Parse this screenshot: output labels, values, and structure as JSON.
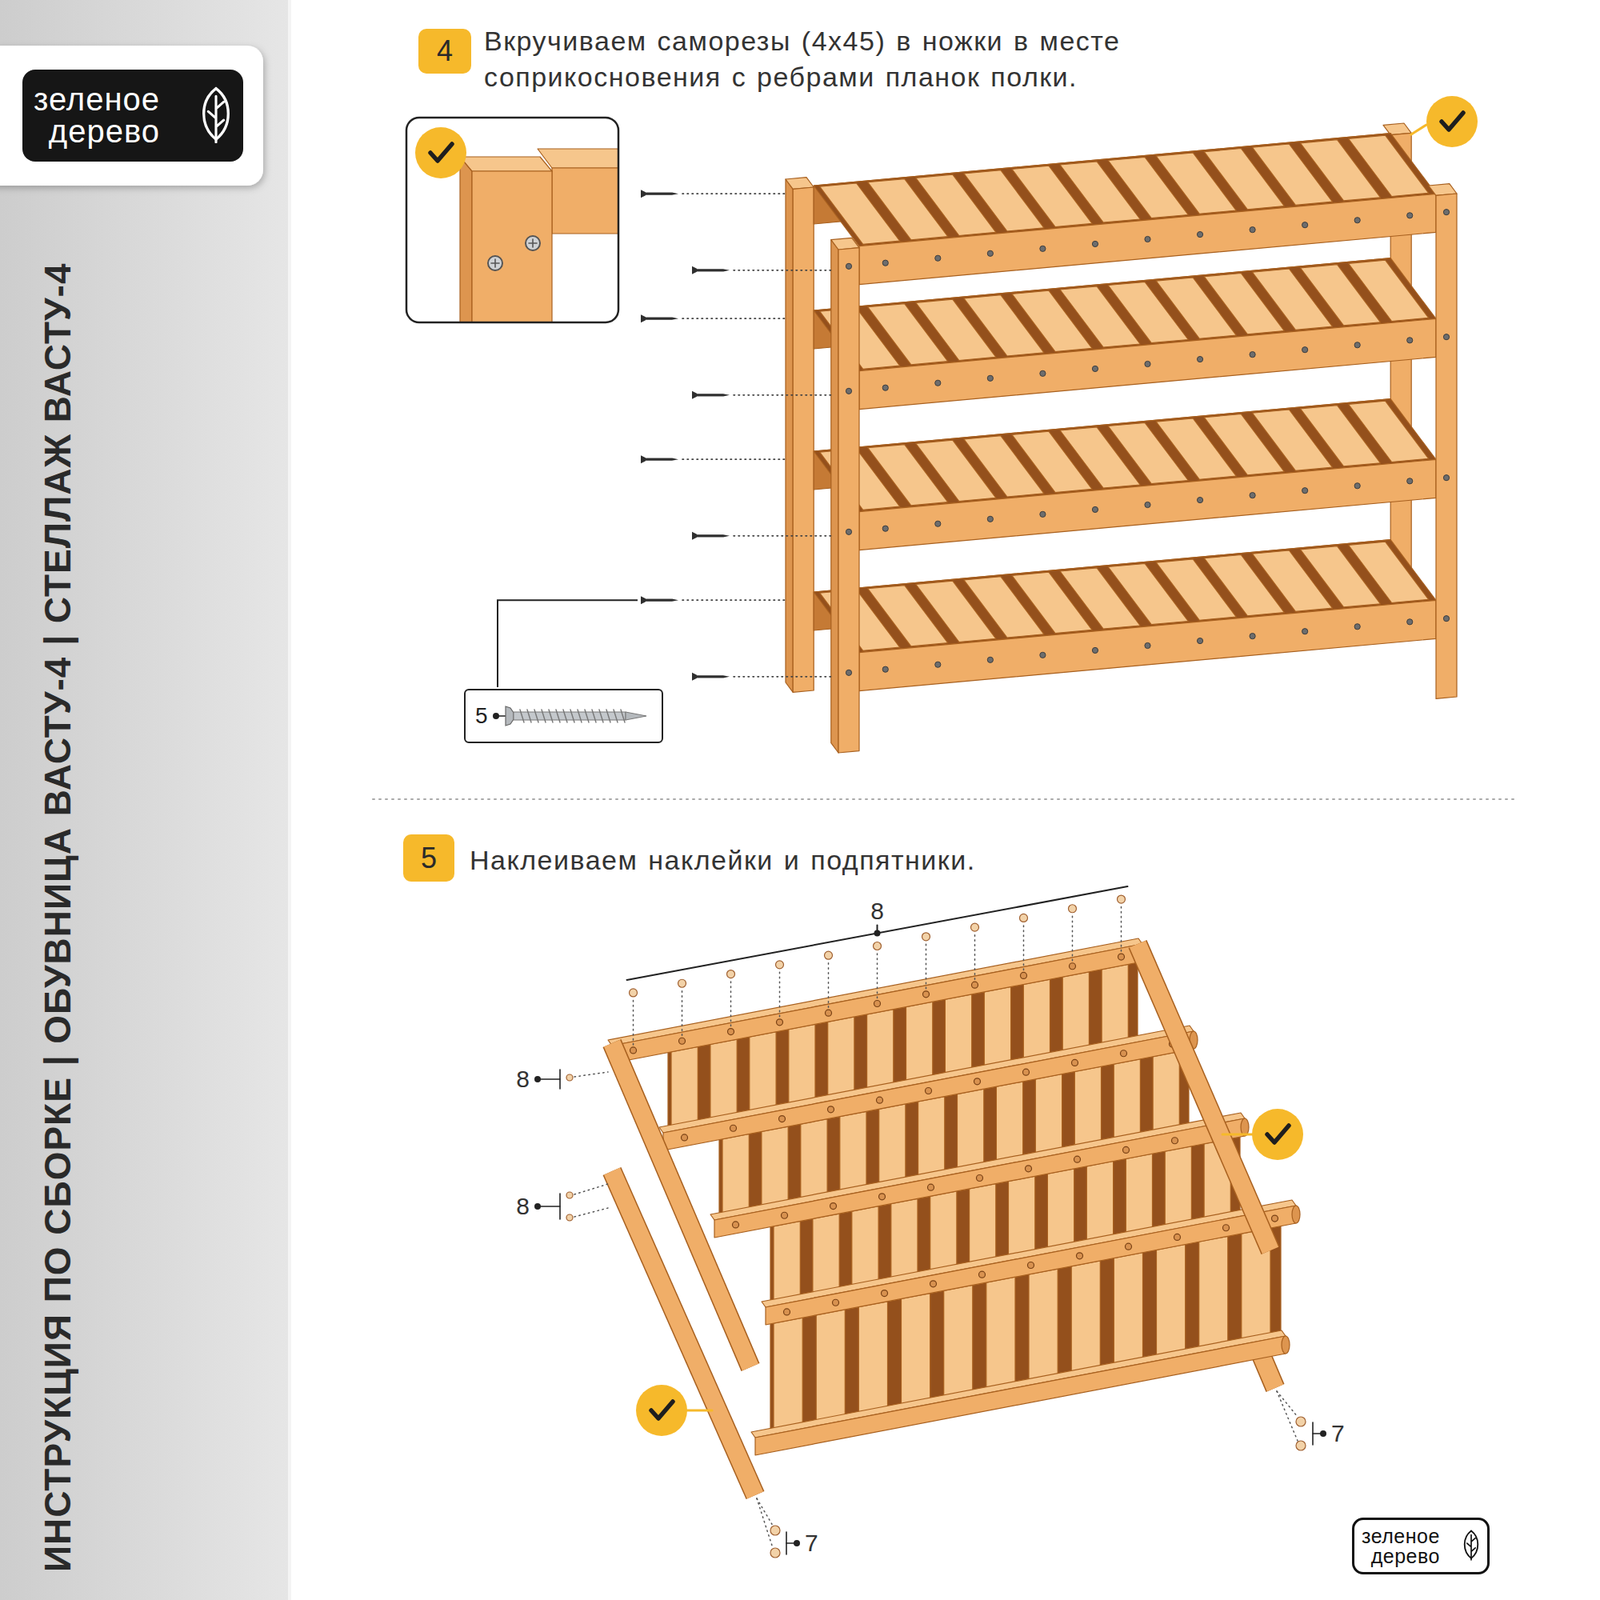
{
  "diagram": {
    "title": "ИНСТРУКЦИЯ ПО СБОРКЕ | ОБУВНИЦА ВАСТУ-4 | СТЕЛЛАЖ ВАСТУ-4",
    "nodes": [
      {
        "text": [
          "зеленое дерево"
        ]
      },
      {
        "text": [
          "4"
        ]
      },
      {
        "text": [
          "5"
        ]
      },
      {
        "text": [
          "5"
        ]
      },
      {
        "text": [
          "зеленое дерево"
        ]
      }
    ],
    "labels": [
      "Вкручиваем саморезы (4х45) в ножки в месте соприкосновения с ребрами планок полки.",
      "Наклеиваем наклейки и подпятники.",
      "8",
      "8",
      "8",
      "7",
      "7"
    ]
  }
}
